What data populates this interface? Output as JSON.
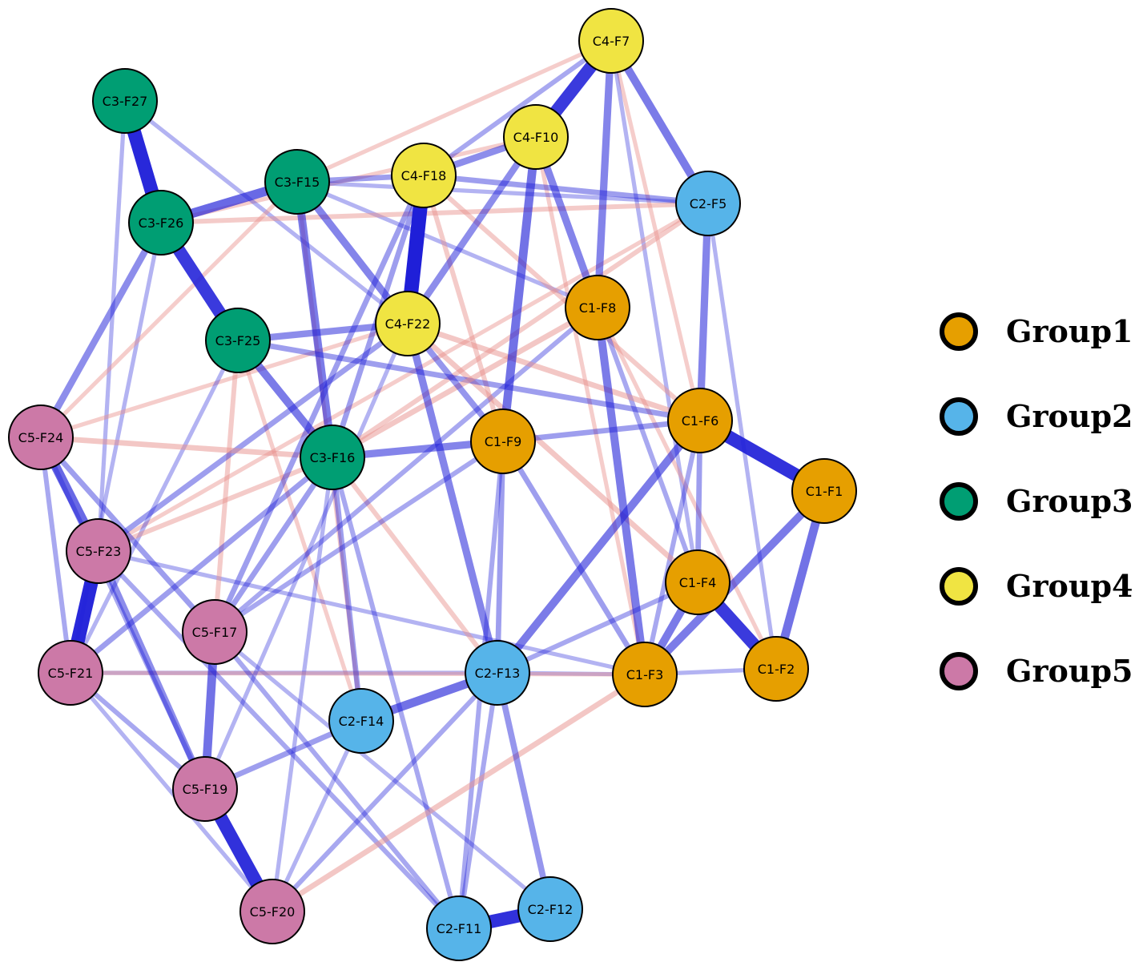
{
  "colors": {
    "Group1": "#E69F00",
    "Group2": "#56B4E9",
    "Group3": "#009E73",
    "Group4": "#F0E442",
    "Group5": "#CC79A7",
    "positive_edge": "#1F1FD8",
    "negative_edge": "#E8908C"
  },
  "legend": [
    {
      "label": "Group1",
      "group": "Group1"
    },
    {
      "label": "Group2",
      "group": "Group2"
    },
    {
      "label": "Group3",
      "group": "Group3"
    },
    {
      "label": "Group4",
      "group": "Group4"
    },
    {
      "label": "Group5",
      "group": "Group5"
    }
  ],
  "nodes": [
    {
      "id": "C4-F7",
      "group": "Group4"
    },
    {
      "id": "C4-F10",
      "group": "Group4"
    },
    {
      "id": "C4-F18",
      "group": "Group4"
    },
    {
      "id": "C4-F22",
      "group": "Group4"
    },
    {
      "id": "C3-F27",
      "group": "Group3"
    },
    {
      "id": "C3-F26",
      "group": "Group3"
    },
    {
      "id": "C3-F15",
      "group": "Group3"
    },
    {
      "id": "C3-F25",
      "group": "Group3"
    },
    {
      "id": "C3-F16",
      "group": "Group3"
    },
    {
      "id": "C2-F5",
      "group": "Group2"
    },
    {
      "id": "C2-F13",
      "group": "Group2"
    },
    {
      "id": "C2-F14",
      "group": "Group2"
    },
    {
      "id": "C2-F11",
      "group": "Group2"
    },
    {
      "id": "C2-F12",
      "group": "Group2"
    },
    {
      "id": "C1-F8",
      "group": "Group1"
    },
    {
      "id": "C1-F9",
      "group": "Group1"
    },
    {
      "id": "C1-F6",
      "group": "Group1"
    },
    {
      "id": "C1-F1",
      "group": "Group1"
    },
    {
      "id": "C1-F4",
      "group": "Group1"
    },
    {
      "id": "C1-F3",
      "group": "Group1"
    },
    {
      "id": "C1-F2",
      "group": "Group1"
    },
    {
      "id": "C5-F24",
      "group": "Group5"
    },
    {
      "id": "C5-F23",
      "group": "Group5"
    },
    {
      "id": "C5-F17",
      "group": "Group5"
    },
    {
      "id": "C5-F21",
      "group": "Group5"
    },
    {
      "id": "C5-F19",
      "group": "Group5"
    },
    {
      "id": "C5-F20",
      "group": "Group5"
    }
  ],
  "edges": [
    {
      "source": "C4-F7",
      "target": "C4-F10",
      "sign": "positive",
      "strength": 0.85
    },
    {
      "source": "C4-F7",
      "target": "C2-F5",
      "sign": "positive",
      "strength": 0.5
    },
    {
      "source": "C4-F7",
      "target": "C1-F8",
      "sign": "positive",
      "strength": 0.45
    },
    {
      "source": "C4-F7",
      "target": "C4-F18",
      "sign": "positive",
      "strength": 0.25
    },
    {
      "source": "C4-F7",
      "target": "C3-F15",
      "sign": "negative",
      "strength": 0.2
    },
    {
      "source": "C4-F7",
      "target": "C1-F6",
      "sign": "negative",
      "strength": 0.2
    },
    {
      "source": "C4-F7",
      "target": "C1-F4",
      "sign": "positive",
      "strength": 0.2
    },
    {
      "source": "C4-F10",
      "target": "C4-F18",
      "sign": "positive",
      "strength": 0.4
    },
    {
      "source": "C4-F10",
      "target": "C1-F9",
      "sign": "positive",
      "strength": 0.55
    },
    {
      "source": "C4-F10",
      "target": "C1-F8",
      "sign": "positive",
      "strength": 0.45
    },
    {
      "source": "C4-F10",
      "target": "C4-F22",
      "sign": "positive",
      "strength": 0.4
    },
    {
      "source": "C4-F10",
      "target": "C1-F3",
      "sign": "negative",
      "strength": 0.2
    },
    {
      "source": "C4-F10",
      "target": "C3-F26",
      "sign": "negative",
      "strength": 0.2
    },
    {
      "source": "C4-F18",
      "target": "C4-F22",
      "sign": "positive",
      "strength": 1.0
    },
    {
      "source": "C4-F18",
      "target": "C3-F15",
      "sign": "positive",
      "strength": 0.3
    },
    {
      "source": "C4-F18",
      "target": "C2-F5",
      "sign": "positive",
      "strength": 0.3
    },
    {
      "source": "C4-F18",
      "target": "C3-F16",
      "sign": "positive",
      "strength": 0.3
    },
    {
      "source": "C4-F18",
      "target": "C1-F9",
      "sign": "negative",
      "strength": 0.25
    },
    {
      "source": "C4-F18",
      "target": "C1-F6",
      "sign": "negative",
      "strength": 0.25
    },
    {
      "source": "C4-F22",
      "target": "C3-F25",
      "sign": "positive",
      "strength": 0.4
    },
    {
      "source": "C4-F22",
      "target": "C3-F15",
      "sign": "positive",
      "strength": 0.45
    },
    {
      "source": "C4-F22",
      "target": "C1-F9",
      "sign": "positive",
      "strength": 0.35
    },
    {
      "source": "C4-F22",
      "target": "C2-F13",
      "sign": "positive",
      "strength": 0.45
    },
    {
      "source": "C4-F22",
      "target": "C5-F23",
      "sign": "positive",
      "strength": 0.3
    },
    {
      "source": "C4-F22",
      "target": "C1-F6",
      "sign": "negative",
      "strength": 0.3
    },
    {
      "source": "C4-F22",
      "target": "C1-F4",
      "sign": "negative",
      "strength": 0.3
    },
    {
      "source": "C3-F27",
      "target": "C3-F26",
      "sign": "positive",
      "strength": 0.95
    },
    {
      "source": "C3-F27",
      "target": "C4-F22",
      "sign": "positive",
      "strength": 0.2
    },
    {
      "source": "C3-F27",
      "target": "C5-F23",
      "sign": "positive",
      "strength": 0.2
    },
    {
      "source": "C3-F26",
      "target": "C3-F15",
      "sign": "positive",
      "strength": 0.6
    },
    {
      "source": "C3-F26",
      "target": "C3-F25",
      "sign": "positive",
      "strength": 0.85
    },
    {
      "source": "C3-F26",
      "target": "C5-F24",
      "sign": "positive",
      "strength": 0.4
    },
    {
      "source": "C3-F26",
      "target": "C2-F5",
      "sign": "negative",
      "strength": 0.25
    },
    {
      "source": "C3-F26",
      "target": "C5-F21",
      "sign": "positive",
      "strength": 0.2
    },
    {
      "source": "C3-F15",
      "target": "C3-F16",
      "sign": "positive",
      "strength": 0.5
    },
    {
      "source": "C3-F15",
      "target": "C1-F8",
      "sign": "positive",
      "strength": 0.2
    },
    {
      "source": "C3-F15",
      "target": "C2-F5",
      "sign": "positive",
      "strength": 0.2
    },
    {
      "source": "C3-F15",
      "target": "C5-F24",
      "sign": "negative",
      "strength": 0.2
    },
    {
      "source": "C3-F25",
      "target": "C3-F16",
      "sign": "positive",
      "strength": 0.5
    },
    {
      "source": "C3-F25",
      "target": "C1-F6",
      "sign": "positive",
      "strength": 0.3
    },
    {
      "source": "C3-F25",
      "target": "C5-F17",
      "sign": "negative",
      "strength": 0.25
    },
    {
      "source": "C3-F25",
      "target": "C2-F14",
      "sign": "negative",
      "strength": 0.2
    },
    {
      "source": "C3-F16",
      "target": "C1-F9",
      "sign": "positive",
      "strength": 0.45
    },
    {
      "source": "C3-F16",
      "target": "C5-F24",
      "sign": "negative",
      "strength": 0.3
    },
    {
      "source": "C3-F16",
      "target": "C1-F8",
      "sign": "negative",
      "strength": 0.3
    },
    {
      "source": "C3-F16",
      "target": "C2-F5",
      "sign": "negative",
      "strength": 0.25
    },
    {
      "source": "C3-F16",
      "target": "C5-F17",
      "sign": "positive",
      "strength": 0.3
    },
    {
      "source": "C3-F16",
      "target": "C2-F14",
      "sign": "positive",
      "strength": 0.3
    },
    {
      "source": "C3-F16",
      "target": "C5-F21",
      "sign": "positive",
      "strength": 0.3
    },
    {
      "source": "C3-F16",
      "target": "C2-F11",
      "sign": "positive",
      "strength": 0.25
    },
    {
      "source": "C3-F16",
      "target": "C2-F13",
      "sign": "negative",
      "strength": 0.25
    },
    {
      "source": "C3-F16",
      "target": "C5-F20",
      "sign": "positive",
      "strength": 0.2
    },
    {
      "source": "C2-F5",
      "target": "C1-F6",
      "sign": "positive",
      "strength": 0.45
    },
    {
      "source": "C2-F5",
      "target": "C1-F2",
      "sign": "positive",
      "strength": 0.2
    },
    {
      "source": "C2-F5",
      "target": "C5-F23",
      "sign": "negative",
      "strength": 0.2
    },
    {
      "source": "C1-F8",
      "target": "C1-F3",
      "sign": "positive",
      "strength": 0.5
    },
    {
      "source": "C1-F8",
      "target": "C1-F4",
      "sign": "positive",
      "strength": 0.25
    },
    {
      "source": "C1-F8",
      "target": "C5-F17",
      "sign": "positive",
      "strength": 0.25
    },
    {
      "source": "C1-F8",
      "target": "C1-F2",
      "sign": "negative",
      "strength": 0.2
    },
    {
      "source": "C1-F9",
      "target": "C1-F6",
      "sign": "positive",
      "strength": 0.3
    },
    {
      "source": "C1-F9",
      "target": "C1-F3",
      "sign": "positive",
      "strength": 0.3
    },
    {
      "source": "C1-F9",
      "target": "C2-F13",
      "sign": "positive",
      "strength": 0.3
    },
    {
      "source": "C1-F9",
      "target": "C2-F11",
      "sign": "positive",
      "strength": 0.25
    },
    {
      "source": "C1-F6",
      "target": "C1-F1",
      "sign": "positive",
      "strength": 0.9
    },
    {
      "source": "C1-F6",
      "target": "C1-F4",
      "sign": "positive",
      "strength": 0.3
    },
    {
      "source": "C1-F6",
      "target": "C2-F13",
      "sign": "positive",
      "strength": 0.5
    },
    {
      "source": "C1-F6",
      "target": "C1-F3",
      "sign": "positive",
      "strength": 0.25
    },
    {
      "source": "C1-F1",
      "target": "C1-F2",
      "sign": "positive",
      "strength": 0.55
    },
    {
      "source": "C1-F1",
      "target": "C1-F3",
      "sign": "positive",
      "strength": 0.5
    },
    {
      "source": "C1-F4",
      "target": "C1-F2",
      "sign": "positive",
      "strength": 0.85
    },
    {
      "source": "C1-F4",
      "target": "C1-F3",
      "sign": "positive",
      "strength": 0.5
    },
    {
      "source": "C1-F4",
      "target": "C2-F13",
      "sign": "positive",
      "strength": 0.25
    },
    {
      "source": "C1-F3",
      "target": "C2-F13",
      "sign": "positive",
      "strength": 0.2
    },
    {
      "source": "C1-F3",
      "target": "C5-F20",
      "sign": "negative",
      "strength": 0.3
    },
    {
      "source": "C1-F3",
      "target": "C1-F2",
      "sign": "positive",
      "strength": 0.2
    },
    {
      "source": "C2-F13",
      "target": "C2-F14",
      "sign": "positive",
      "strength": 0.55
    },
    {
      "source": "C2-F13",
      "target": "C2-F12",
      "sign": "positive",
      "strength": 0.35
    },
    {
      "source": "C2-F13",
      "target": "C2-F11",
      "sign": "positive",
      "strength": 0.25
    },
    {
      "source": "C2-F13",
      "target": "C5-F20",
      "sign": "positive",
      "strength": 0.25
    },
    {
      "source": "C2-F13",
      "target": "C5-F21",
      "sign": "positive",
      "strength": 0.2
    },
    {
      "source": "C2-F14",
      "target": "C5-F19",
      "sign": "positive",
      "strength": 0.3
    },
    {
      "source": "C2-F14",
      "target": "C3-F15",
      "sign": "negative",
      "strength": 0.2
    },
    {
      "source": "C2-F11",
      "target": "C2-F12",
      "sign": "positive",
      "strength": 0.9
    },
    {
      "source": "C2-F11",
      "target": "C5-F23",
      "sign": "positive",
      "strength": 0.25
    },
    {
      "source": "C2-F11",
      "target": "C5-F17",
      "sign": "positive",
      "strength": 0.25
    },
    {
      "source": "C5-F24",
      "target": "C5-F23",
      "sign": "positive",
      "strength": 0.6
    },
    {
      "source": "C5-F24",
      "target": "C5-F21",
      "sign": "positive",
      "strength": 0.25
    },
    {
      "source": "C5-F24",
      "target": "C5-F17",
      "sign": "positive",
      "strength": 0.3
    },
    {
      "source": "C5-F24",
      "target": "C5-F19",
      "sign": "positive",
      "strength": 0.25
    },
    {
      "source": "C5-F24",
      "target": "C4-F22",
      "sign": "negative",
      "strength": 0.2
    },
    {
      "source": "C5-F23",
      "target": "C5-F21",
      "sign": "positive",
      "strength": 0.95
    },
    {
      "source": "C5-F23",
      "target": "C5-F19",
      "sign": "positive",
      "strength": 0.4
    },
    {
      "source": "C5-F23",
      "target": "C3-F16",
      "sign": "negative",
      "strength": 0.25
    },
    {
      "source": "C5-F23",
      "target": "C1-F3",
      "sign": "positive",
      "strength": 0.2
    },
    {
      "source": "C5-F17",
      "target": "C5-F19",
      "sign": "positive",
      "strength": 0.55
    },
    {
      "source": "C5-F17",
      "target": "C4-F18",
      "sign": "positive",
      "strength": 0.3
    },
    {
      "source": "C5-F17",
      "target": "C1-F9",
      "sign": "positive",
      "strength": 0.25
    },
    {
      "source": "C5-F17",
      "target": "C2-F12",
      "sign": "positive",
      "strength": 0.2
    },
    {
      "source": "C5-F21",
      "target": "C5-F19",
      "sign": "positive",
      "strength": 0.25
    },
    {
      "source": "C5-F21",
      "target": "C1-F3",
      "sign": "negative",
      "strength": 0.2
    },
    {
      "source": "C5-F21",
      "target": "C3-F25",
      "sign": "positive",
      "strength": 0.2
    },
    {
      "source": "C5-F19",
      "target": "C5-F20",
      "sign": "positive",
      "strength": 0.9
    },
    {
      "source": "C5-F19",
      "target": "C4-F22",
      "sign": "positive",
      "strength": 0.2
    },
    {
      "source": "C5-F20",
      "target": "C5-F21",
      "sign": "positive",
      "strength": 0.2
    },
    {
      "source": "C5-F20",
      "target": "C2-F14",
      "sign": "positive",
      "strength": 0.2
    }
  ]
}
